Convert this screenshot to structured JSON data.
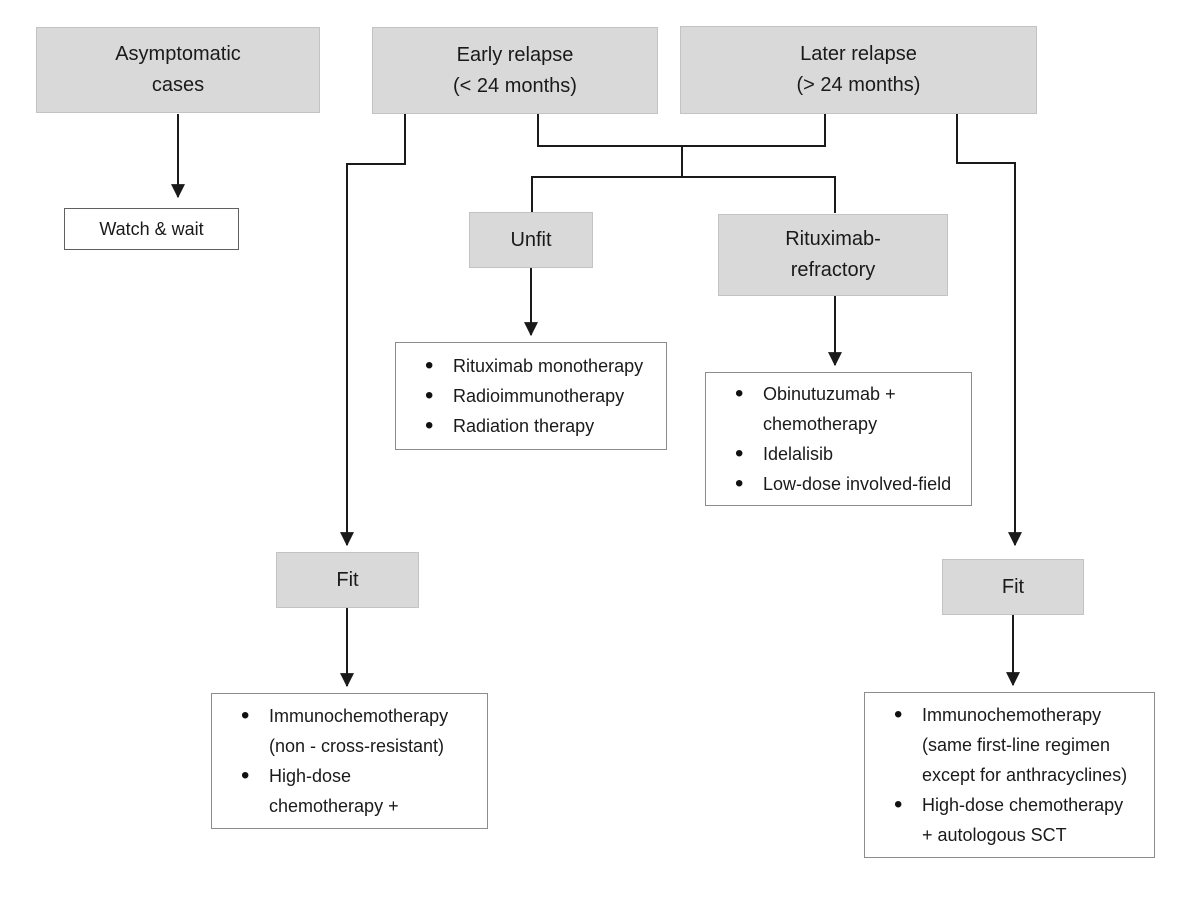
{
  "diagram": {
    "nodes": {
      "asymptomatic": {
        "lines": [
          "Asymptomatic",
          "cases"
        ]
      },
      "early_relapse": {
        "lines": [
          "Early relapse",
          "(< 24 months)"
        ]
      },
      "later_relapse": {
        "lines": [
          "Later relapse",
          "(> 24 months)"
        ]
      },
      "watch_and_wait": {
        "label": "Watch & wait"
      },
      "unfit": {
        "label": "Unfit"
      },
      "rituximab_refractory": {
        "lines": [
          "Rituximab-",
          "refractory"
        ]
      },
      "fit_early": {
        "label": "Fit"
      },
      "fit_later": {
        "label": "Fit"
      }
    },
    "lists": {
      "unfit_options": [
        [
          "Rituximab monotherapy"
        ],
        [
          "Radioimmunotherapy"
        ],
        [
          "Radiation therapy"
        ]
      ],
      "rituximab_refractory_options": [
        [
          "Obinutuzumab +",
          "chemotherapy"
        ],
        [
          "Idelalisib"
        ],
        [
          "Low-dose involved-field"
        ]
      ],
      "fit_early_options": [
        [
          "Immunochemotherapy",
          "(non - cross-resistant)"
        ],
        [
          "High-dose",
          "chemotherapy +"
        ]
      ],
      "fit_later_options": [
        [
          "Immunochemotherapy",
          "(same first-line regimen",
          "except for anthracyclines)"
        ],
        [
          "High-dose chemotherapy",
          "+ autologous SCT"
        ]
      ]
    },
    "colors": {
      "node_fill": "#d9d9d9",
      "node_border": "#c3c3c3",
      "list_border": "#8c8c8c",
      "connector": "#1a1a1a",
      "text": "#1a1a1a",
      "background": "#ffffff"
    }
  }
}
